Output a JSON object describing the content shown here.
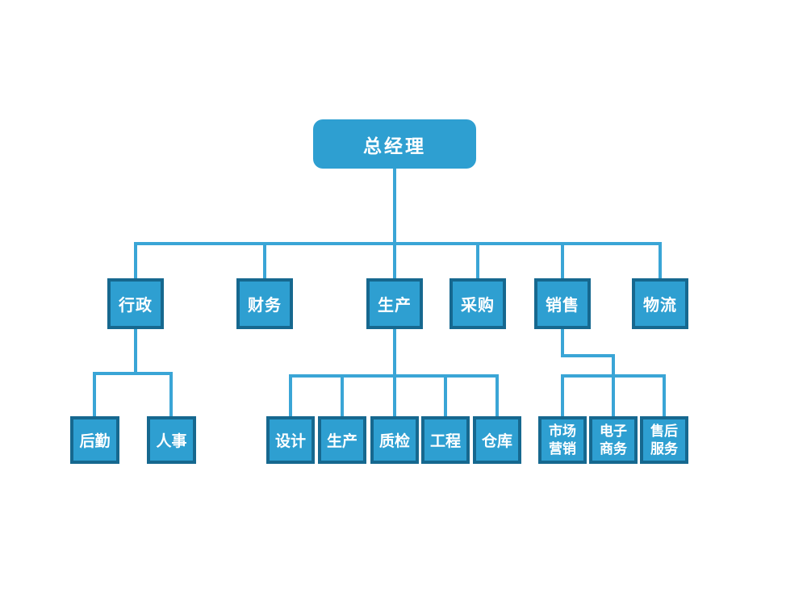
{
  "colors": {
    "node_fill": "#2E9FD1",
    "node_border": "#16688F",
    "connector_line": "#3AA5D6",
    "node_text": "#FFFFFF",
    "background": "#FFFFFF"
  },
  "org": {
    "root_label": "总经理",
    "departments": [
      "行政",
      "财务",
      "生产",
      "采购",
      "销售",
      "物流"
    ],
    "admin_children": [
      "后勤",
      "人事"
    ],
    "production_children": [
      "设计",
      "生产",
      "质检",
      "工程",
      "仓库"
    ],
    "sales_children": [
      "市场营销",
      "电子商务",
      "售后服务"
    ]
  }
}
